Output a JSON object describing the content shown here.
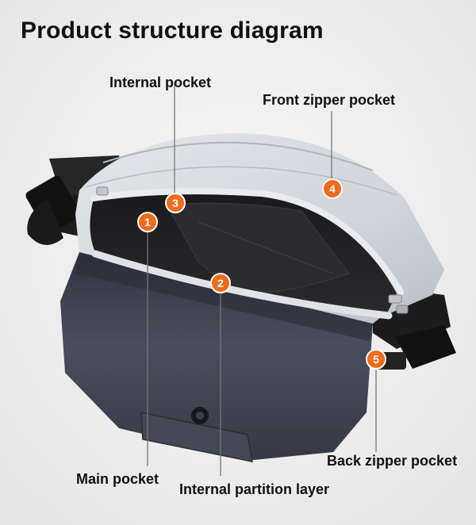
{
  "diagram": {
    "title": "Product structure diagram",
    "parts": [
      {
        "number": "1",
        "label": "Main pocket"
      },
      {
        "number": "2",
        "label": "Internal partition layer"
      },
      {
        "number": "3",
        "label": "Internal pocket"
      },
      {
        "number": "4",
        "label": "Front zipper pocket"
      },
      {
        "number": "5",
        "label": "Back zipper pocket"
      }
    ]
  },
  "colors": {
    "marker": "#f26a1b",
    "background": "#efefef",
    "bag_body": "#3b3f4e",
    "bag_flap": "#d4d9dd",
    "strap": "#1e1e1e"
  }
}
